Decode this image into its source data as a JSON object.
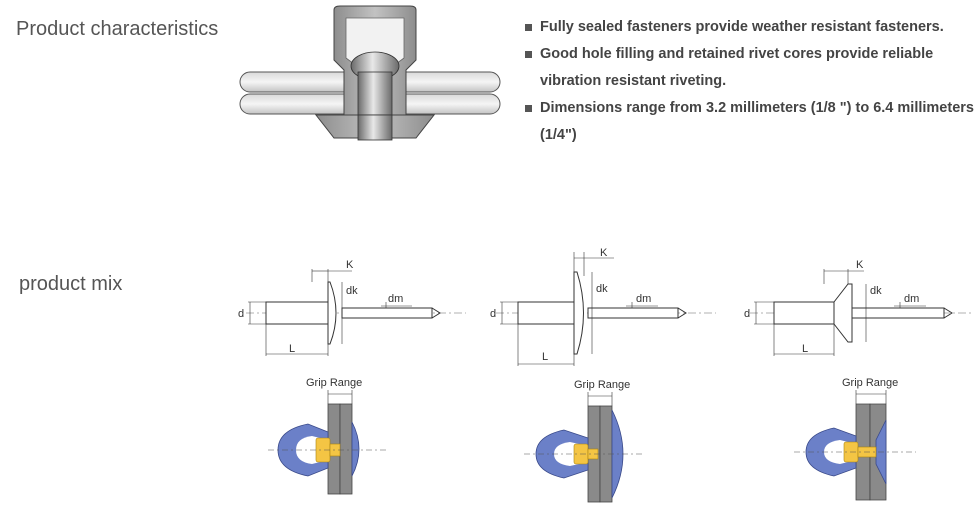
{
  "sections": {
    "characteristics_title": "Product characteristics",
    "mix_title": "product mix"
  },
  "features": [
    "Fully sealed fasteners provide weather resistant fasteners.",
    "Good hole filling and retained rivet cores provide reliable vibration resistant riveting.",
    "Dimensions range from 3.2 millimeters (1/8 \") to 6.4 millimeters (1/4\")"
  ],
  "dims": {
    "k": "K",
    "dk": "dk",
    "dm": "dm",
    "d": "d",
    "l": "L"
  },
  "grip_label": "Grip Range",
  "colors": {
    "body_blue": "#6b80c8",
    "mandrel_gold": "#f4c544",
    "plate_gray": "#8a8a8a",
    "metal_gray": "#b9b9b9"
  }
}
